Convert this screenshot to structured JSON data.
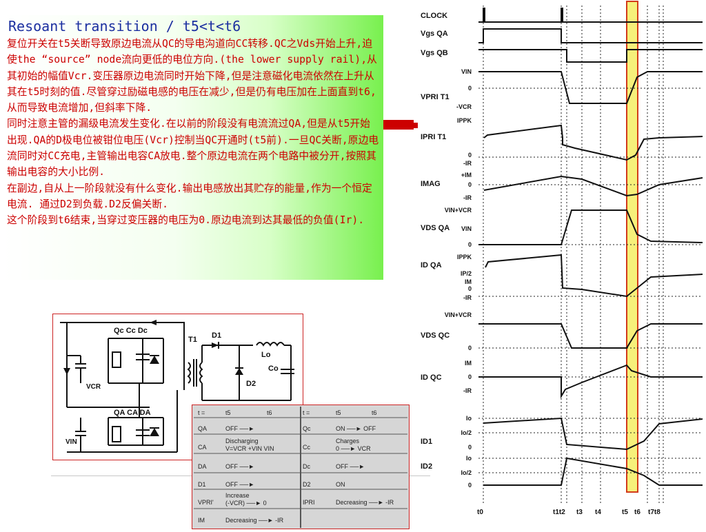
{
  "slide": {
    "title": "Resoant transition / t5<t<t6",
    "paragraphs": [
      "复位开关在t5关断导致原边电流从QC的导电沟道向CC转移.QC之Vds开始上升,迫使the “source” node流向更低的电位方向.(the lower supply rail),从其初始的幅值Vcr.变压器原边电流同时开始下降,但是注意磁化电流依然在上升从其在t5时刻的值.尽管穿过励磁电感的电压在减少,但是仍有电压加在上面直到t6,从而导致电流增加,但斜率下降.",
      "同时注意主管的漏级电流发生变化.在以前的阶段没有电流流过QA,但是从t5开始出现.QA的D极电位被钳位电压(Vcr)控制当QC开通时(t5前).一旦QC关断,原边电流同时对CC充电,主管输出电容CA放电.整个原边电流在两个电路中被分开,按照其输出电容的大小比例.",
      "在副边,自从上一阶段就没有什么变化.输出电感放出其贮存的能量,作为一个恒定电流. 通过D2到负载.D2反偏关断.",
      "这个阶段到t6结束,当穿过变压器的电压为0.原边电流到达其最低的负值(Ir)."
    ]
  },
  "circuit": {
    "qc_label": "Qc Cc Dc",
    "qa_label": "QA CA DA",
    "t1": "T1",
    "d1": "D1",
    "lo": "Lo",
    "co": "Co",
    "d2": "D2",
    "vcr": "VCR",
    "vin": "VIN"
  },
  "table": {
    "rows": [
      [
        "t =",
        "t5",
        "t6",
        "t =",
        "t5",
        "t6"
      ],
      [
        "QA",
        "OFF ──►",
        "",
        "Qc",
        "ON ──► OFF",
        ""
      ],
      [
        "CA",
        "Discharging",
        "V=VCR +VIN  VIN",
        "Cc",
        "Charges",
        "0 ──► VCR"
      ],
      [
        "DA",
        "OFF ──►",
        "",
        "Dc",
        "OFF ──►",
        ""
      ],
      [
        "D1",
        "OFF ──►",
        "",
        "D2",
        "ON",
        ""
      ],
      [
        "VPRI'",
        "Increase",
        "(-VCR) ──► 0",
        "IPRI",
        "Decreasing ──► -IR",
        ""
      ],
      [
        "IM",
        "Decreasing ──► -IR",
        "",
        "",
        "",
        ""
      ]
    ]
  },
  "waveforms": {
    "signals": [
      "CLOCK",
      "Vgs QA",
      "Vgs QB",
      "VPRI T1",
      "IPRI T1",
      "IMAG",
      "VDS QA",
      "ID QA",
      "VDS QC",
      "ID QC",
      "ID1",
      "ID2"
    ],
    "levels": [
      "VIN",
      "0",
      "-VCR",
      "IPPK",
      "0",
      "-IR",
      "+IM",
      "0",
      "-IR",
      "VIN+VCR",
      "VIN",
      "0",
      "IPPK",
      "IP/2",
      "IM",
      "0",
      "-IR",
      "VIN+VCR",
      "0",
      "IM",
      "0",
      "-IR",
      "Io",
      "Io/2",
      "0",
      "Io",
      "Io/2",
      "0"
    ],
    "time_labels": [
      "t0",
      "t1t2",
      "t3",
      "t4",
      "t5",
      "t6",
      "t7t8"
    ]
  }
}
